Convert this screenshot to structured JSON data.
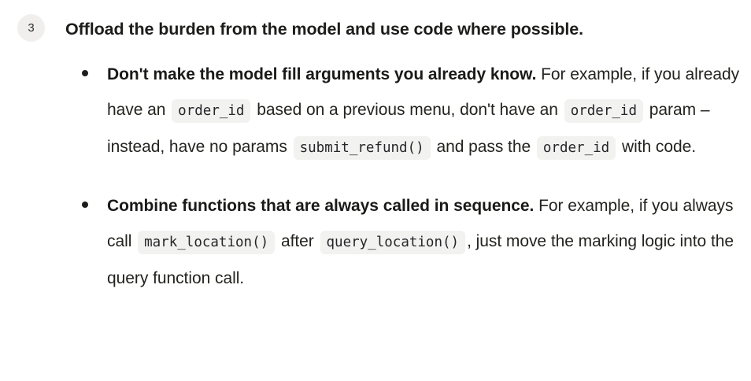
{
  "section": {
    "number": "3",
    "heading": "Offload the burden from the model and use code where possible.",
    "bullet_icon": "bullet-dot-icon"
  },
  "bullets": [
    {
      "lead": "Don't make the model fill arguments you already know.",
      "t1": " For example, if you already have an ",
      "code1": "order_id",
      "t2": " based on a previous menu, don't have an ",
      "code2": "order_id",
      "t3": " param – instead, have no params ",
      "code3": "submit_refund()",
      "t4": " and pass the ",
      "code4": "order_id",
      "t5": " with code."
    },
    {
      "lead": "Combine functions that are always called in sequence.",
      "t1": " For example, if you always call ",
      "code1": "mark_location()",
      "t2": " after ",
      "code2": "query_location()",
      "t3": ", just move the marking logic into the query function call."
    }
  ],
  "colors": {
    "background": "#ffffff",
    "text": "#23231f",
    "heading": "#1d1d1b",
    "badge_bg": "#f0efed",
    "code_bg": "#f2f2f0",
    "code_text": "#26262a"
  }
}
